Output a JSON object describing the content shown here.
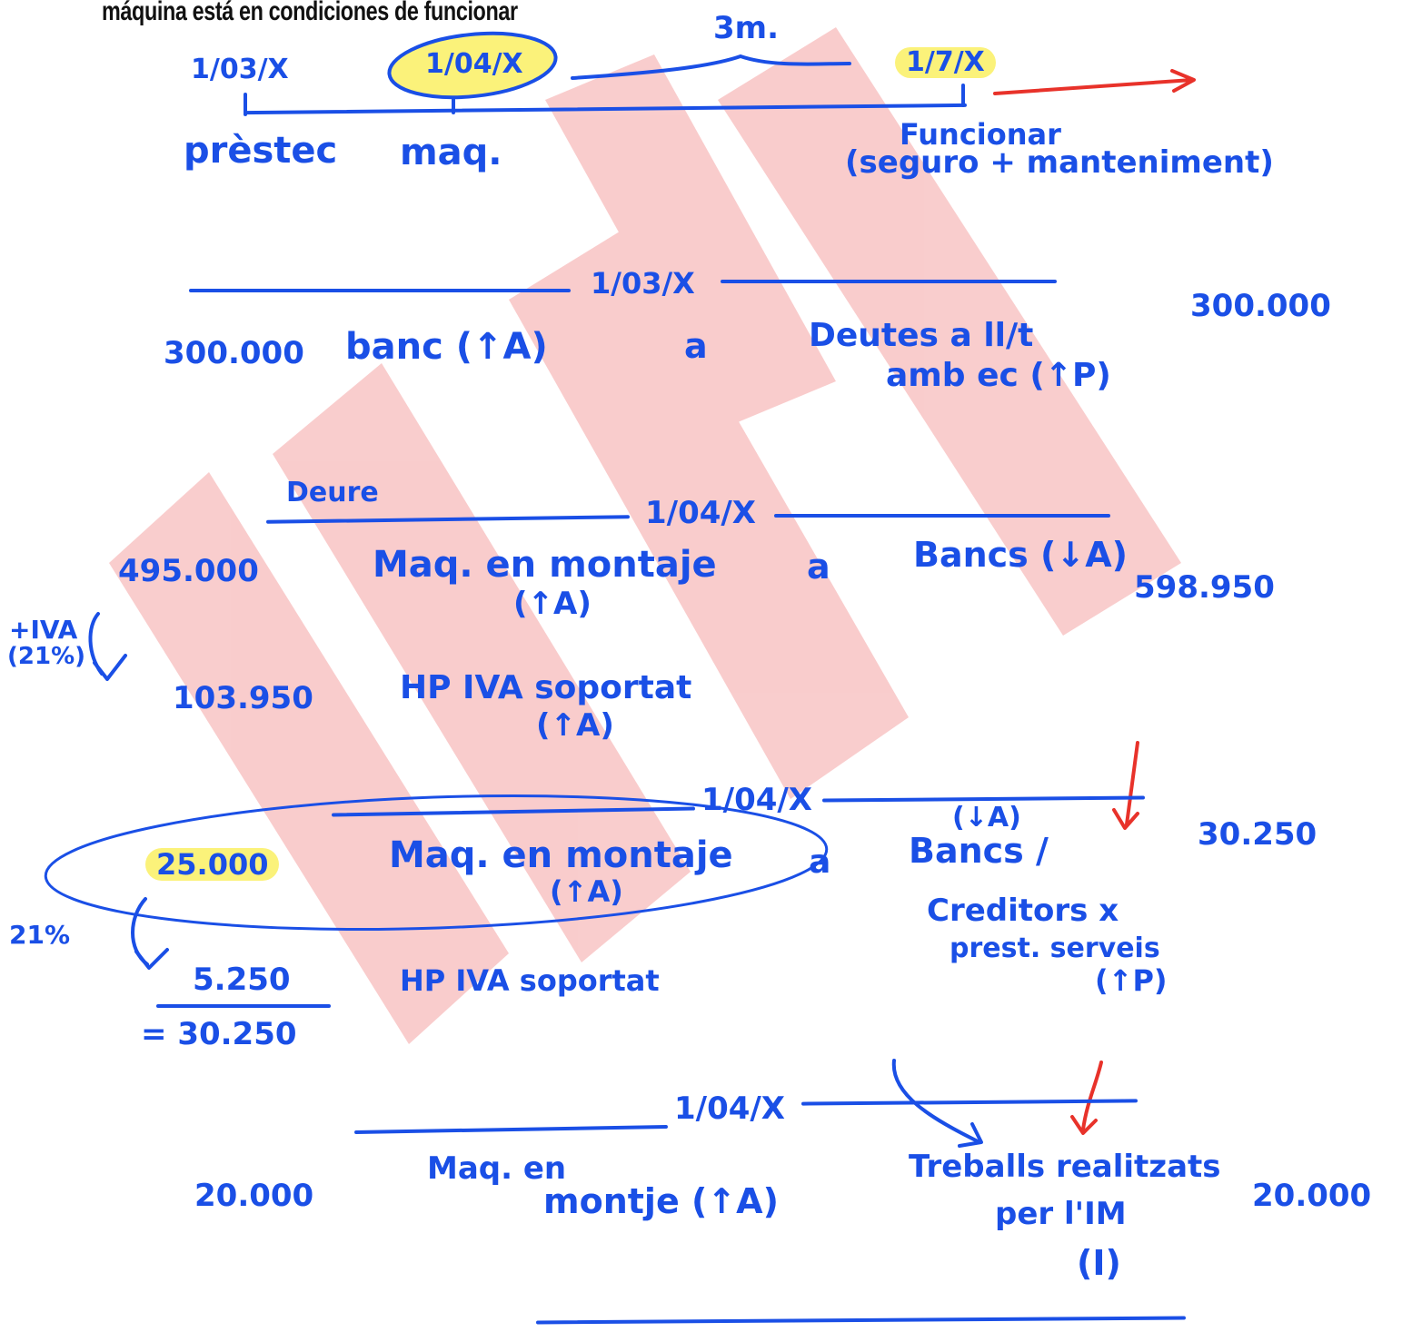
{
  "header": {
    "title": "máquina está en condiciones de funcionar"
  },
  "timeline": {
    "duration": "3m.",
    "date_start": "1/03/X",
    "date_mid": "1/04/X",
    "date_end": "1/7/X",
    "label_start": "prèstec",
    "label_mid": "maq.",
    "label_end": "Funcionar",
    "label_end_note": "(seguro + manteniment)"
  },
  "entries": [
    {
      "date": "1/03/X",
      "debit_amount": "300.000",
      "debit_account": "banc (↑A)",
      "connector": "a",
      "credit_account_line1": "Deutes a ll/t",
      "credit_account_line2": "amb ec (↑P)",
      "credit_amount": "300.000"
    },
    {
      "column_label": "Deure",
      "date": "1/04/X",
      "debit_amount": "495.000",
      "debit_account_line1": "Maq. en montaje",
      "debit_account_line2": "(↑A)",
      "connector": "a",
      "credit_account": "Bancs (↓A)",
      "credit_amount": "598.950",
      "vat_note_line1": "+IVA",
      "vat_note_line2": "(21%)",
      "vat_amount": "103.950",
      "vat_account_line1": "HP IVA soportat",
      "vat_account_line2": "(↑A)"
    },
    {
      "date": "1/04/X",
      "debit_amount": "25.000",
      "debit_account_line1": "Maq. en montaje",
      "debit_account_line2": "(↑A)",
      "connector": "a",
      "credit_account_prefix": "(↓A)",
      "credit_account_line1": "Bancs /",
      "credit_account_line2": "Creditors x",
      "credit_account_line3": "prest. serveis",
      "credit_account_line4": "(↑P)",
      "credit_amount": "30.250",
      "rate": "21%",
      "vat_amount": "5.250",
      "vat_account": "HP IVA soportat",
      "total": "= 30.250"
    },
    {
      "date": "1/04/X",
      "debit_amount": "20.000",
      "debit_account_line1": "Maq. en",
      "debit_account_line2": "montje (↑A)",
      "credit_account_line1": "Treballs realitzats",
      "credit_account_line2": "per l'IM",
      "credit_account_line3": "(I)",
      "credit_amount": "20.000"
    }
  ],
  "colors": {
    "ink": "#1a4fe6",
    "accent": "#e8322a",
    "highlight": "#fbf27a",
    "watermark": "#f8c4c4"
  }
}
